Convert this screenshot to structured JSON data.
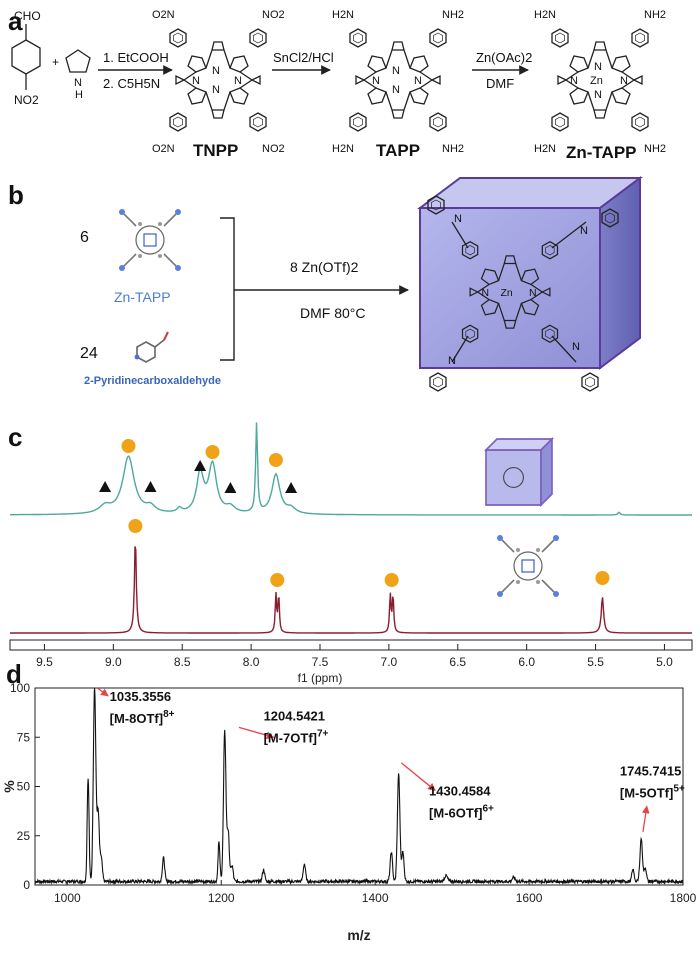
{
  "panel_labels": {
    "a": "a",
    "b": "b",
    "c": "c",
    "d": "d"
  },
  "scheme_a": {
    "start_aldehyde_group": "CHO",
    "start_nitro_group": "NO2",
    "pyrrole_nh": "N\nH",
    "step1_line1": "1. EtCOOH",
    "step1_line2": "2. C5H5N",
    "step2": "SnCl2/HCl",
    "step3_line1": "Zn(OAc)2",
    "step3_line2": "DMF",
    "compound1": "TNPP",
    "compound2": "TAPP",
    "compound3": "Zn-TAPP",
    "nitro_sub": "O2N",
    "nitro_sub_right": "NO2",
    "amine_sub_left": "H2N",
    "amine_sub_right": "NH2",
    "zn_center": "Zn"
  },
  "scheme_b": {
    "count_porphyrin": "6",
    "count_aldehyde": "24",
    "label_porphyrin": "Zn-TAPP",
    "label_aldehyde": "2-Pyridinecarboxaldehyde",
    "reagent": "8 Zn(OTf)2",
    "conditions": "DMF 80°C"
  },
  "nmr": {
    "xlabel": "f1 (ppm)",
    "ticks": [
      "9.5",
      "9.0",
      "8.5",
      "8.0",
      "7.5",
      "7.0",
      "6.5",
      "6.0",
      "5.5",
      "5.0"
    ],
    "colors": {
      "cage": "#4ea89d",
      "tapp": "#8b1e2e",
      "marker": "#f0a318"
    }
  },
  "ms": {
    "xlabel": "m/z",
    "ylabel": "%",
    "yticks": [
      "0",
      "25",
      "50",
      "75",
      "100"
    ],
    "xticks": [
      "1000",
      "1200",
      "1400",
      "1600",
      "1800"
    ],
    "peaks": [
      {
        "mz": "1035.3556",
        "ion": "[M-8OTf]",
        "charge": "8+"
      },
      {
        "mz": "1204.5421",
        "ion": "[M-7OTf]",
        "charge": "7+"
      },
      {
        "mz": "1430.4584",
        "ion": "[M-6OTf]",
        "charge": "6+"
      },
      {
        "mz": "1745.7415",
        "ion": "[M-5OTf]",
        "charge": "5+"
      }
    ],
    "colors": {
      "arrow": "#e8424a",
      "trace": "#111111"
    }
  }
}
